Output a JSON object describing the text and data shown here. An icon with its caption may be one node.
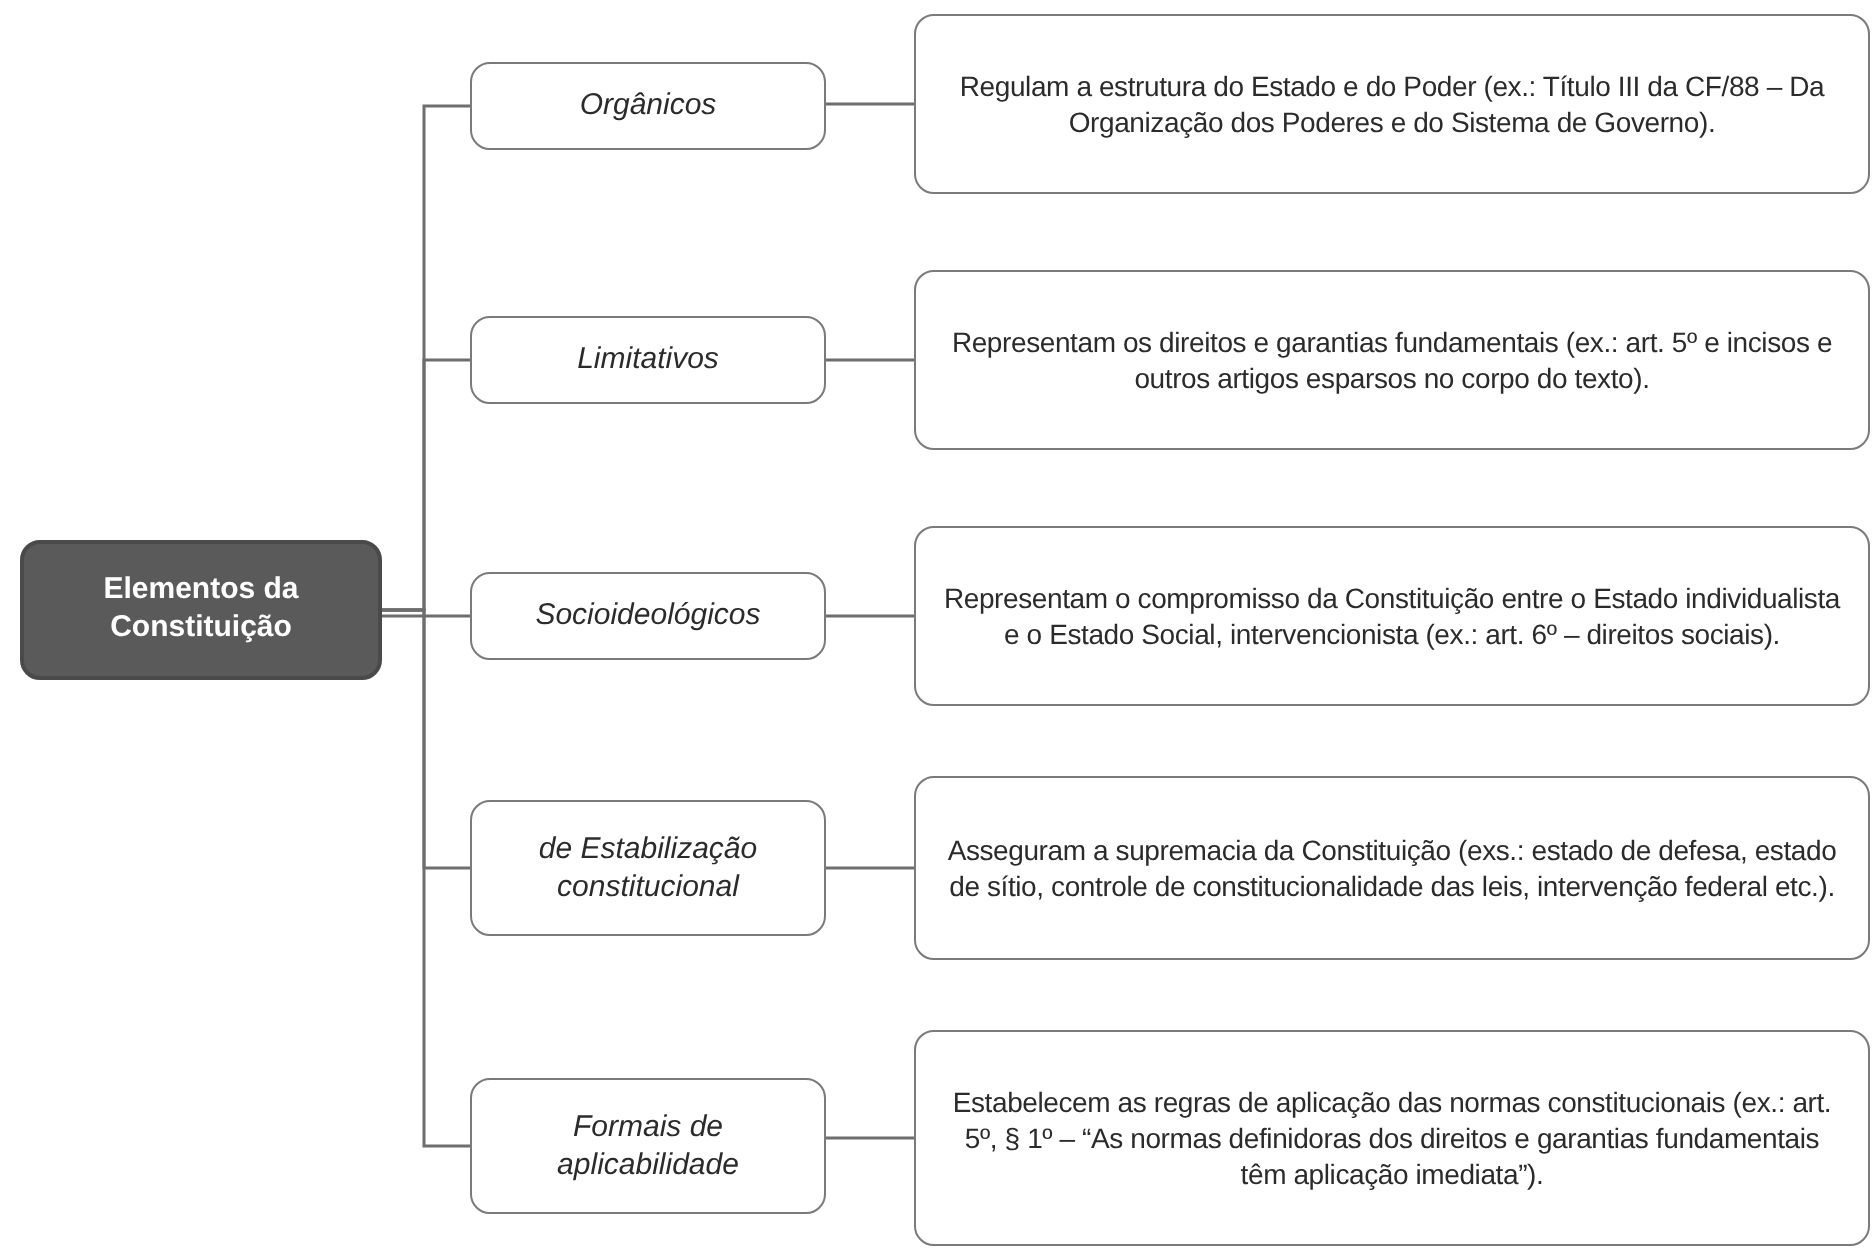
{
  "diagram": {
    "nodes": [
      {
        "text": [
          "Elementos da Constituição"
        ]
      },
      {
        "text": [
          "Orgânicos"
        ]
      },
      {
        "text": [
          "Regulam a estrutura do Estado e do Poder (ex.: Título III da CF/88 – Da Organização dos Poderes e do Sistema de Governo)."
        ]
      },
      {
        "text": [
          "Limitativos"
        ]
      },
      {
        "text": [
          "Representam os direitos e garantias fundamentais (ex.: art. 5º e incisos e outros artigos esparsos no corpo do texto)."
        ]
      },
      {
        "text": [
          "Socioideológicos"
        ]
      },
      {
        "text": [
          "Representam o compromisso da Constituição entre o Estado individualista e o Estado Social, intervencionista (ex.: art. 6º – direitos sociais)."
        ]
      },
      {
        "text": [
          "de Estabilização constitucional"
        ]
      },
      {
        "text": [
          "Asseguram a supremacia da Constituição (exs.: estado de defesa, estado de sítio, controle de constitucionalidade das leis, intervenção federal etc.)."
        ]
      },
      {
        "text": [
          "Formais de aplicabilidade"
        ]
      },
      {
        "text": [
          "Estabelecem as regras de aplicação das normas constitucionais (ex.: art. 5º, § 1º – “As normas definidoras dos direitos e garantias fundamentais têm aplicação imediata”)."
        ]
      }
    ],
    "edges": [
      {
        "from": 0,
        "to": 1,
        "arrow": "none"
      },
      {
        "from": 0,
        "to": 3,
        "arrow": "none"
      },
      {
        "from": 0,
        "to": 5,
        "arrow": "none"
      },
      {
        "from": 0,
        "to": 7,
        "arrow": "none"
      },
      {
        "from": 0,
        "to": 9,
        "arrow": "none"
      },
      {
        "from": 1,
        "to": 2,
        "arrow": "none"
      },
      {
        "from": 3,
        "to": 4,
        "arrow": "none"
      },
      {
        "from": 5,
        "to": 6,
        "arrow": "none"
      },
      {
        "from": 7,
        "to": 8,
        "arrow": "none"
      },
      {
        "from": 9,
        "to": 10,
        "arrow": "none"
      }
    ]
  }
}
